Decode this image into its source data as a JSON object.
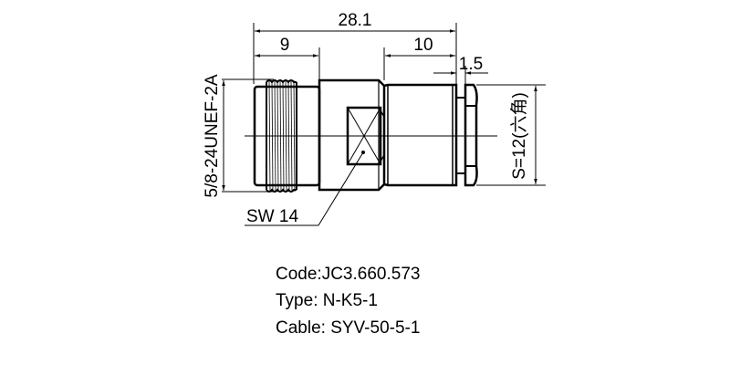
{
  "drawing": {
    "dimensions": {
      "overall_length": "28.1",
      "thread_length": "9",
      "rear_length": "10",
      "nut_thickness": "1.5",
      "thread_spec": "5/8-24UNEF-2A",
      "hex_across_flats": "S=12(六角)",
      "wrench_size": "SW 14"
    },
    "colors": {
      "line": "#000000",
      "background": "#ffffff"
    }
  },
  "specs": {
    "code": "Code:JC3.660.573",
    "type": "Type: N-K5-1",
    "cable": "Cable: SYV-50-5-1"
  }
}
